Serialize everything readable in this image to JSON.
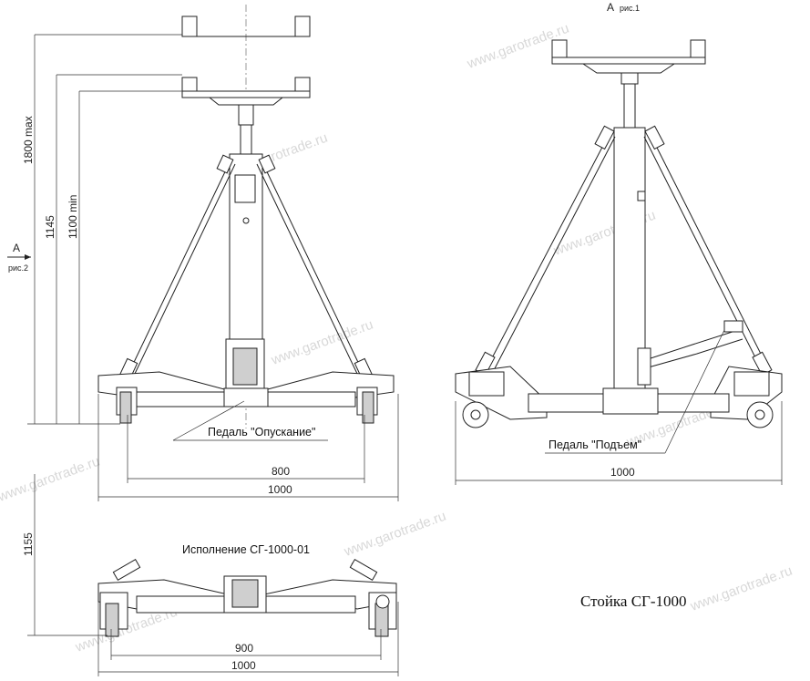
{
  "watermark": "www.garotrade.ru",
  "view_marker": {
    "letter": "A",
    "left_ref": "рис.2",
    "right_ref": "рис.1"
  },
  "dimensions": {
    "height_max": "1800 max",
    "height_1145": "1145",
    "height_min": "1100 min",
    "left_width_800": "800",
    "left_width_1000": "1000",
    "right_width_1000": "1000",
    "bottom_height_1155": "1155",
    "bottom_width_900": "900",
    "bottom_width_1000": "1000"
  },
  "labels": {
    "pedal_lower": "Педаль \"Опускание\"",
    "pedal_raise": "Педаль \"Подъем\"",
    "variant": "Исполнение СГ-1000-01",
    "caption": "Стойка СГ-1000"
  }
}
